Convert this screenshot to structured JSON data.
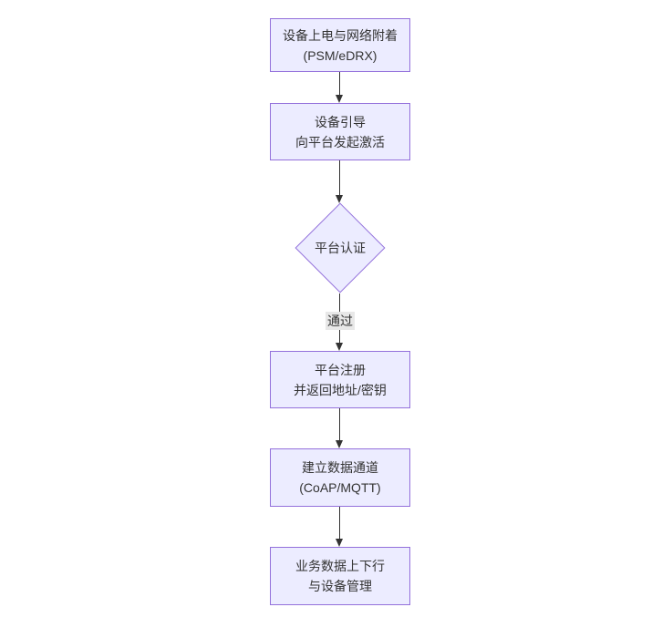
{
  "diagram": {
    "type": "flowchart",
    "direction": "top-down",
    "colors": {
      "background": "#ffffff",
      "node_fill": "#ECECFF",
      "node_border": "#9370DB",
      "edge_line": "#333333",
      "text": "#333333",
      "edge_label_bg": "#e8e8e8"
    },
    "nodes": [
      {
        "id": "power-attach",
        "shape": "rect",
        "line1": "设备上电与网络附着",
        "line2": "(PSM/eDRX)"
      },
      {
        "id": "bootstrap",
        "shape": "rect",
        "line1": "设备引导",
        "line2": "向平台发起激活"
      },
      {
        "id": "auth",
        "shape": "diamond",
        "line1": "平台认证",
        "line2": ""
      },
      {
        "id": "register",
        "shape": "rect",
        "line1": "平台注册",
        "line2": "并返回地址/密钥"
      },
      {
        "id": "channel",
        "shape": "rect",
        "line1": "建立数据通道",
        "line2": "(CoAP/MQTT)"
      },
      {
        "id": "business",
        "shape": "rect",
        "line1": "业务数据上下行",
        "line2": "与设备管理"
      }
    ],
    "edges": [
      {
        "from": "power-attach",
        "to": "bootstrap",
        "label": ""
      },
      {
        "from": "bootstrap",
        "to": "auth",
        "label": ""
      },
      {
        "from": "auth",
        "to": "register",
        "label": "通过"
      },
      {
        "from": "register",
        "to": "channel",
        "label": ""
      },
      {
        "from": "channel",
        "to": "business",
        "label": ""
      }
    ]
  }
}
